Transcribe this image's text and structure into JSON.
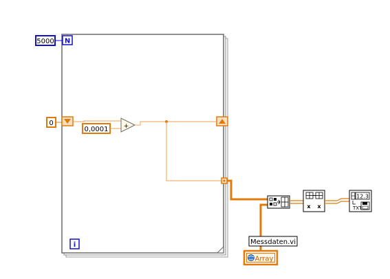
{
  "loop": {
    "count_terminal": "N",
    "count_value": "5000",
    "iteration_terminal": "i"
  },
  "shift_register": {
    "initial_value": "0"
  },
  "constants": {
    "increment": "0,0001"
  },
  "nodes": {
    "add_symbol": "+"
  },
  "subvi": {
    "label": "Messdaten.vi",
    "control_label": "Array"
  },
  "colors": {
    "integer_blue": "#1010c8",
    "double_orange": "#e07b0b",
    "wire_orange": "#f0a050",
    "loop_border": "#7a7a7a"
  },
  "icons": {
    "build_array": "build-array-icon",
    "transpose": "transpose-array-icon",
    "write_spreadsheet": "write-spreadsheet-file-icon"
  }
}
